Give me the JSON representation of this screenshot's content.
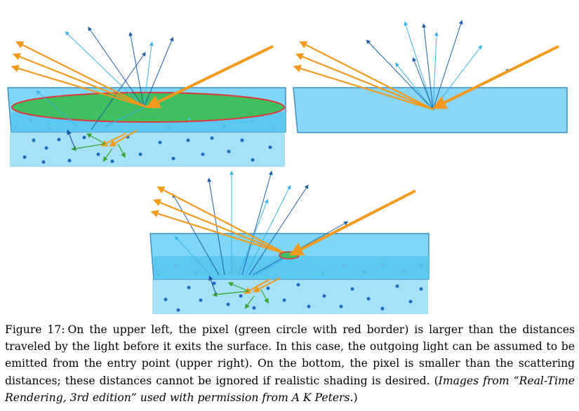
{
  "figure": {
    "panels": [
      {
        "name": "upper-left",
        "pixel": "large"
      },
      {
        "name": "upper-right",
        "pixel": "none"
      },
      {
        "name": "bottom",
        "pixel": "small"
      }
    ],
    "colors": {
      "surface_top": "#5bc8f2",
      "surface_top_band": "#7fd6f7",
      "body": "#a6e1f7",
      "dot_dark": "#1c6cc2",
      "dot_light": "#5fb2e0",
      "orange_ray": "#f29a1e",
      "blue_ray": "#1c5fa8",
      "cyan_ray": "#39b3e6",
      "green_ray": "#33a633",
      "pixel_fill": "#3fbf5f",
      "pixel_border": "#e0373a"
    }
  },
  "caption": {
    "label": "Figure 17:",
    "text": "On the upper left, the pixel (green circle with red border) is larger than the distances traveled by the light before it exits the surface. In this case, the outgoing light can be assumed to be emitted from the entry point (upper right). On the bottom, the pixel is smaller than the scattering distances; these distances cannot be ignored if realistic shading is desired. (",
    "credit": "Images from “Real-Time Rendering, 3rd edition” used with permission from A K Peters.",
    "close": ")"
  }
}
